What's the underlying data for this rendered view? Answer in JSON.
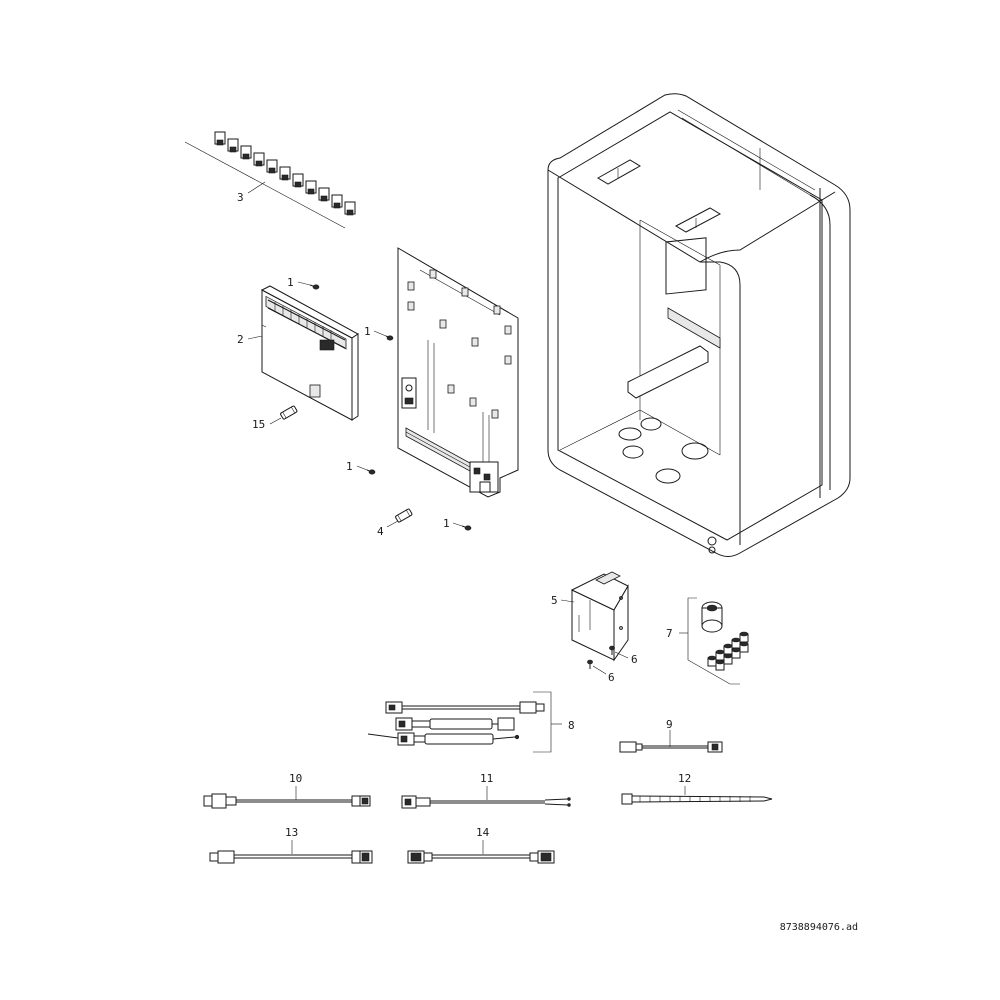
{
  "labels": {
    "p1a": "1",
    "p1b": "1",
    "p1c": "1",
    "p1d": "1",
    "p2": "2",
    "p3": "3",
    "p4": "4",
    "p5": "5",
    "p6a": "6",
    "p6b": "6",
    "p7": "7",
    "p8": "8",
    "p9": "9",
    "p10": "10",
    "p11": "11",
    "p12": "12",
    "p13": "13",
    "p14": "14",
    "p15": "15"
  },
  "document_id": "8738894076.ad"
}
